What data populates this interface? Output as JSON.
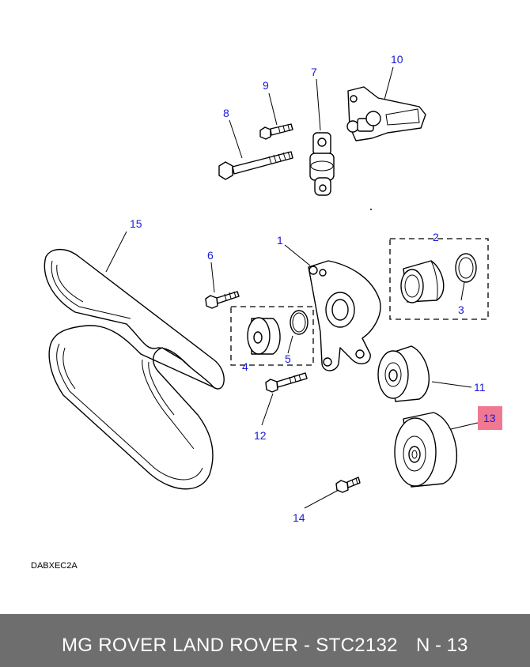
{
  "callouts": {
    "c1": "1",
    "c2": "2",
    "c3": "3",
    "c4": "4",
    "c5": "5",
    "c6": "6",
    "c7": "7",
    "c8": "8",
    "c9": "9",
    "c10": "10",
    "c11": "11",
    "c12": "12",
    "c13": "13",
    "c14": "14",
    "c15": "15"
  },
  "highlight": {
    "color": "#f07890",
    "callout": "13"
  },
  "callout_color": "#1a1ad4",
  "diagram_code": "DABXEC2A",
  "footer": {
    "title": "MG ROVER LAND ROVER - STC2132",
    "ref": "N - 13",
    "background": "#6e6e6e"
  }
}
